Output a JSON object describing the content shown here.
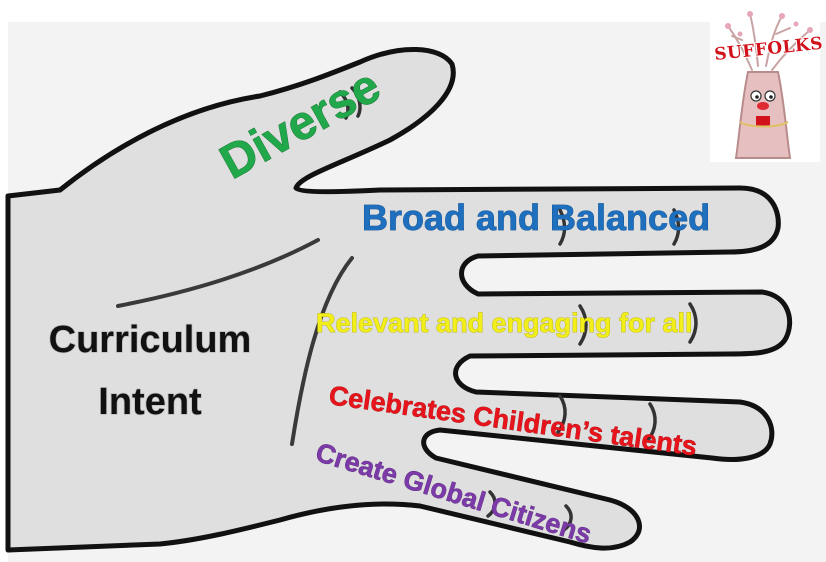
{
  "center": {
    "line1": "Curriculum",
    "line2": "Intent",
    "color": "#111111"
  },
  "fingers": {
    "thumb": {
      "text": "Diverse",
      "color": "#21a84a"
    },
    "index": {
      "text": "Broad and Balanced",
      "color": "#1f6fbf"
    },
    "middle": {
      "text": "Relevant and engaging for all",
      "color": "#f2ee19"
    },
    "ring": {
      "text": "Celebrates Children’s talents",
      "color": "#e8141b"
    },
    "pinky": {
      "text": "Create Global Citizens",
      "color": "#7b3aa8"
    }
  },
  "logo": {
    "text": "SUFFOLKS",
    "color": "#d1121b"
  },
  "palette": {
    "hand_fill": "#dfdfdf",
    "hand_outline": "#111111",
    "backdrop": "#f2f2f2"
  }
}
